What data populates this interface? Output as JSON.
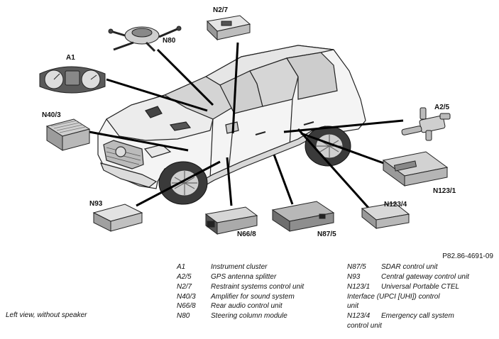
{
  "component_labels": {
    "n2_7": "N2/7",
    "n80": "N80",
    "a1": "A1",
    "n40_3": "N40/3",
    "a2_5": "A2/5",
    "n123_1": "N123/1",
    "n123_4": "N123/4",
    "n93": "N93",
    "n66_8": "N66/8",
    "n87_5": "N87/5"
  },
  "doc_ref": "P82.86-4691-09",
  "caption": "Left view, without speaker",
  "legend_left": [
    {
      "code": "A1",
      "desc": "Instrument cluster"
    },
    {
      "code": "A2/5",
      "desc": "GPS antenna splitter"
    },
    {
      "code": "N2/7",
      "desc": "Restraint systems control unit"
    },
    {
      "code": "N40/3",
      "desc": "Amplifier for sound system"
    },
    {
      "code": "N66/8",
      "desc": "Rear audio control unit"
    },
    {
      "code": "N80",
      "desc": "Steering column module"
    }
  ],
  "legend_right": [
    {
      "code": "N87/5",
      "desc": "SDAR control unit"
    },
    {
      "code": "N93",
      "desc": "Central gateway control unit"
    },
    {
      "code": "N123/1",
      "desc": "Universal Portable CTEL"
    }
  ],
  "legend_right_wrap": {
    "n123_1_line2": "Interface (UPCI [UHI]) control",
    "n123_1_line3": "unit",
    "n123_4_code": "N123/4",
    "n123_4_line1": "Emergency call system",
    "n123_4_line2": "control unit"
  }
}
